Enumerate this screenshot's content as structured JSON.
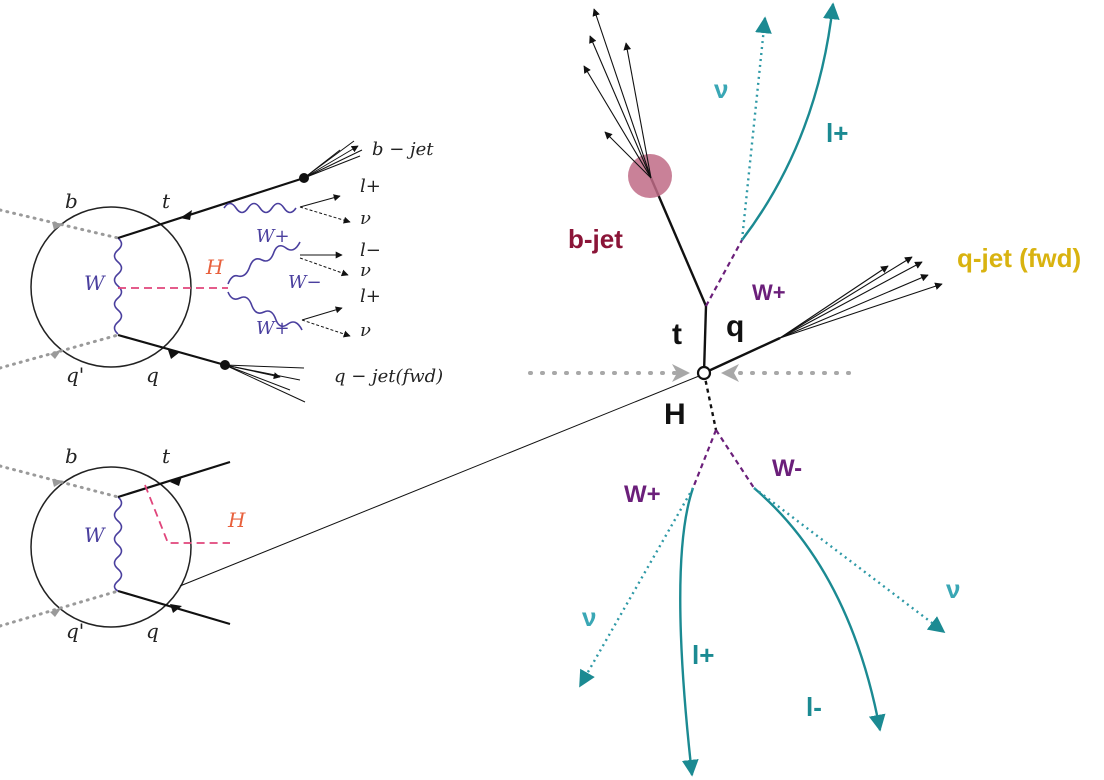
{
  "colors": {
    "black": "#111111",
    "grey_beam": "#9a9a9a",
    "w_boson_diag": "#4a3f9e",
    "higgs": "#e0457b",
    "higgs_label": "#e8603c",
    "teal": "#1b8a92",
    "teal_dot": "#2e99a6",
    "purple": "#6b1f7a",
    "bjet_red": "#8b1538",
    "bjet_blob": "#c06b86",
    "qjet_gold": "#d9b310"
  },
  "diagram_top": {
    "b": "b",
    "t": "t",
    "W": "W",
    "H": "H",
    "q_prime": "q'",
    "q": "q",
    "b_jet": "b − jet",
    "l_plus_1": "l+",
    "nu_1": "ν",
    "W_plus_1": "W+",
    "l_minus": "l−",
    "nu_2": "ν",
    "W_minus": "W−",
    "l_plus_2": "l+",
    "nu_3": "ν",
    "W_plus_2": "W+",
    "q_jet_fwd": "q − jet(fwd)"
  },
  "diagram_bottom": {
    "b": "b",
    "t": "t",
    "W": "W",
    "H": "H",
    "q_prime": "q'",
    "q": "q"
  },
  "event": {
    "nu_top": "ν",
    "l_plus_top": "l+",
    "b_jet": "b-jet",
    "q_jet_fwd": "q-jet (fwd)",
    "W_plus_upper": "W+",
    "t": "t",
    "q": "q",
    "H": "H",
    "W_plus_lower": "W+",
    "W_minus_lower": "W-",
    "nu_left": "ν",
    "nu_right": "ν",
    "l_plus_bottom": "l+",
    "l_minus_bottom": "l-"
  }
}
